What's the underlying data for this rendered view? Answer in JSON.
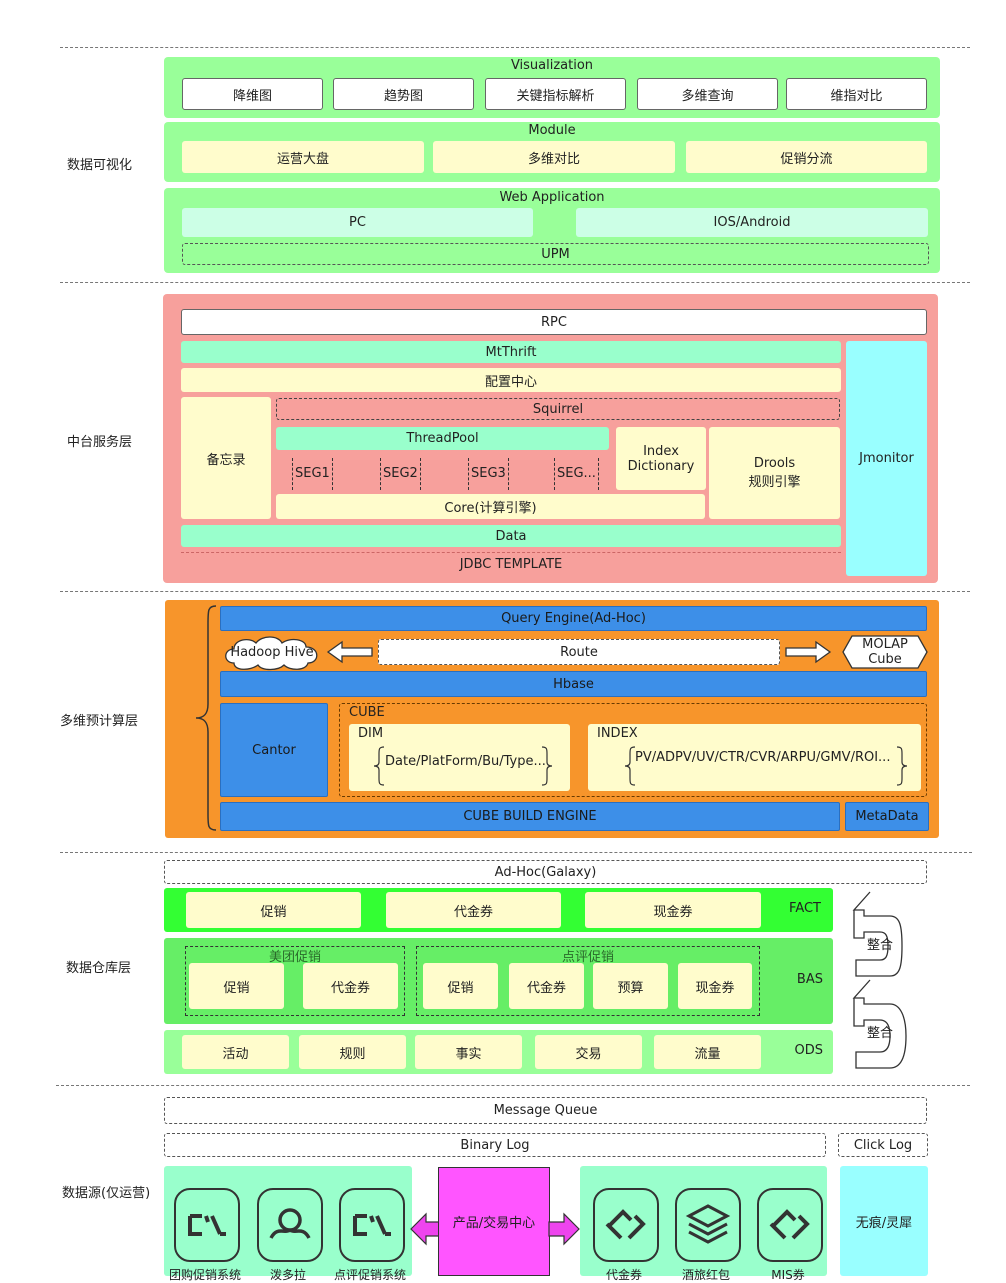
{
  "layers": {
    "viz": "数据可视化",
    "middle": "中台服务层",
    "precompute": "多维预计算层",
    "warehouse": "数据仓库层",
    "source": "数据源(仅运营)"
  },
  "viz": {
    "visualization_title": "Visualization",
    "visualization_items": [
      "降维图",
      "趋势图",
      "关键指标解析",
      "多维查询",
      "维指对比"
    ],
    "module_title": "Module",
    "module_items": [
      "运营大盘",
      "多维对比",
      "促销分流"
    ],
    "webapp_title": "Web Application",
    "webapp_items": [
      "PC",
      "IOS/Android"
    ],
    "upm": "UPM"
  },
  "middle": {
    "rpc": "RPC",
    "mtthrift": "MtThrift",
    "config": "配置中心",
    "memo": "备忘录",
    "squirrel": "Squirrel",
    "threadpool": "ThreadPool",
    "segs": [
      "SEG1",
      "SEG2",
      "SEG3",
      "SEG..."
    ],
    "core": "Core(计算引擎)",
    "index_dict": [
      "Index",
      "Dictionary"
    ],
    "drools": [
      "Drools",
      "规则引擎"
    ],
    "data": "Data",
    "jdbc": "JDBC TEMPLATE",
    "jmonitor": "Jmonitor"
  },
  "precompute": {
    "query_engine": "Query Engine(Ad-Hoc)",
    "hive": "Hadoop Hive",
    "route": "Route",
    "molap": [
      "MOLAP",
      "Cube"
    ],
    "hbase": "Hbase",
    "cantor": "Cantor",
    "cube": "CUBE",
    "dim": "DIM",
    "dim_value": "Date/PlatForm/Bu/Type...",
    "index": "INDEX",
    "index_value": "PV/ADPV/UV/CTR/CVR/ARPU/GMV/ROI...",
    "build_engine": "CUBE BUILD ENGINE",
    "metadata": "MetaData"
  },
  "warehouse": {
    "adhoc": "Ad-Hoc(Galaxy)",
    "fact_items": [
      "促销",
      "代金券",
      "现金券"
    ],
    "fact_label": "FACT",
    "meituan_group": "美团促销",
    "meituan_items": [
      "促销",
      "代金券"
    ],
    "dianping_group": "点评促销",
    "dianping_items": [
      "促销",
      "代金券",
      "预算",
      "现金券"
    ],
    "bas_label": "BAS",
    "ods_items": [
      "活动",
      "规则",
      "事实",
      "交易",
      "流量"
    ],
    "ods_label": "ODS",
    "integrate": [
      "整合",
      "整合"
    ]
  },
  "source": {
    "mq": "Message Queue",
    "binlog": "Binary Log",
    "clicklog": "Click Log",
    "center": "产品/交易中心",
    "left_labels": [
      "团购促销系统",
      "泼多拉",
      "点评促销系统"
    ],
    "right_labels": [
      "代金券",
      "酒旅红包",
      "MIS券"
    ],
    "wuhen": "无痕/灵犀"
  }
}
